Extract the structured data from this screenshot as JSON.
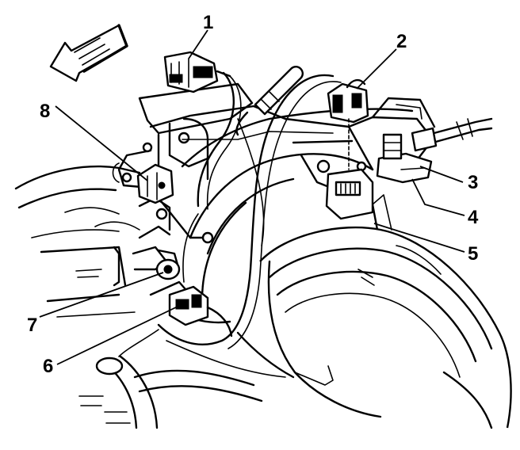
{
  "callouts": [
    "1",
    "2",
    "3",
    "4",
    "5",
    "6",
    "7",
    "8"
  ],
  "icons": {
    "direction_arrow": "forward-arrow-icon"
  }
}
